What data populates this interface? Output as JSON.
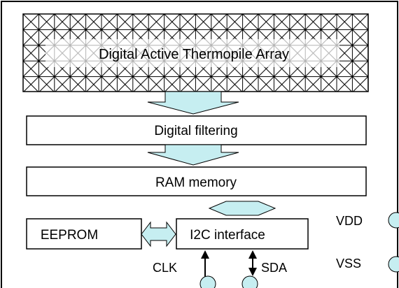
{
  "diagram": {
    "thermopile_label": "Digital Active Thermopile Array",
    "filter_label": "Digital filtering",
    "ram_label": "RAM memory",
    "eeprom_label": "EEPROM",
    "i2c_label": "I2C interface",
    "clk_label": "CLK",
    "sda_label": "SDA",
    "vdd_label": "VDD",
    "vss_label": "VSS",
    "arrow_fill": "#c6eef1",
    "pin_fill": "#c6eef1"
  }
}
